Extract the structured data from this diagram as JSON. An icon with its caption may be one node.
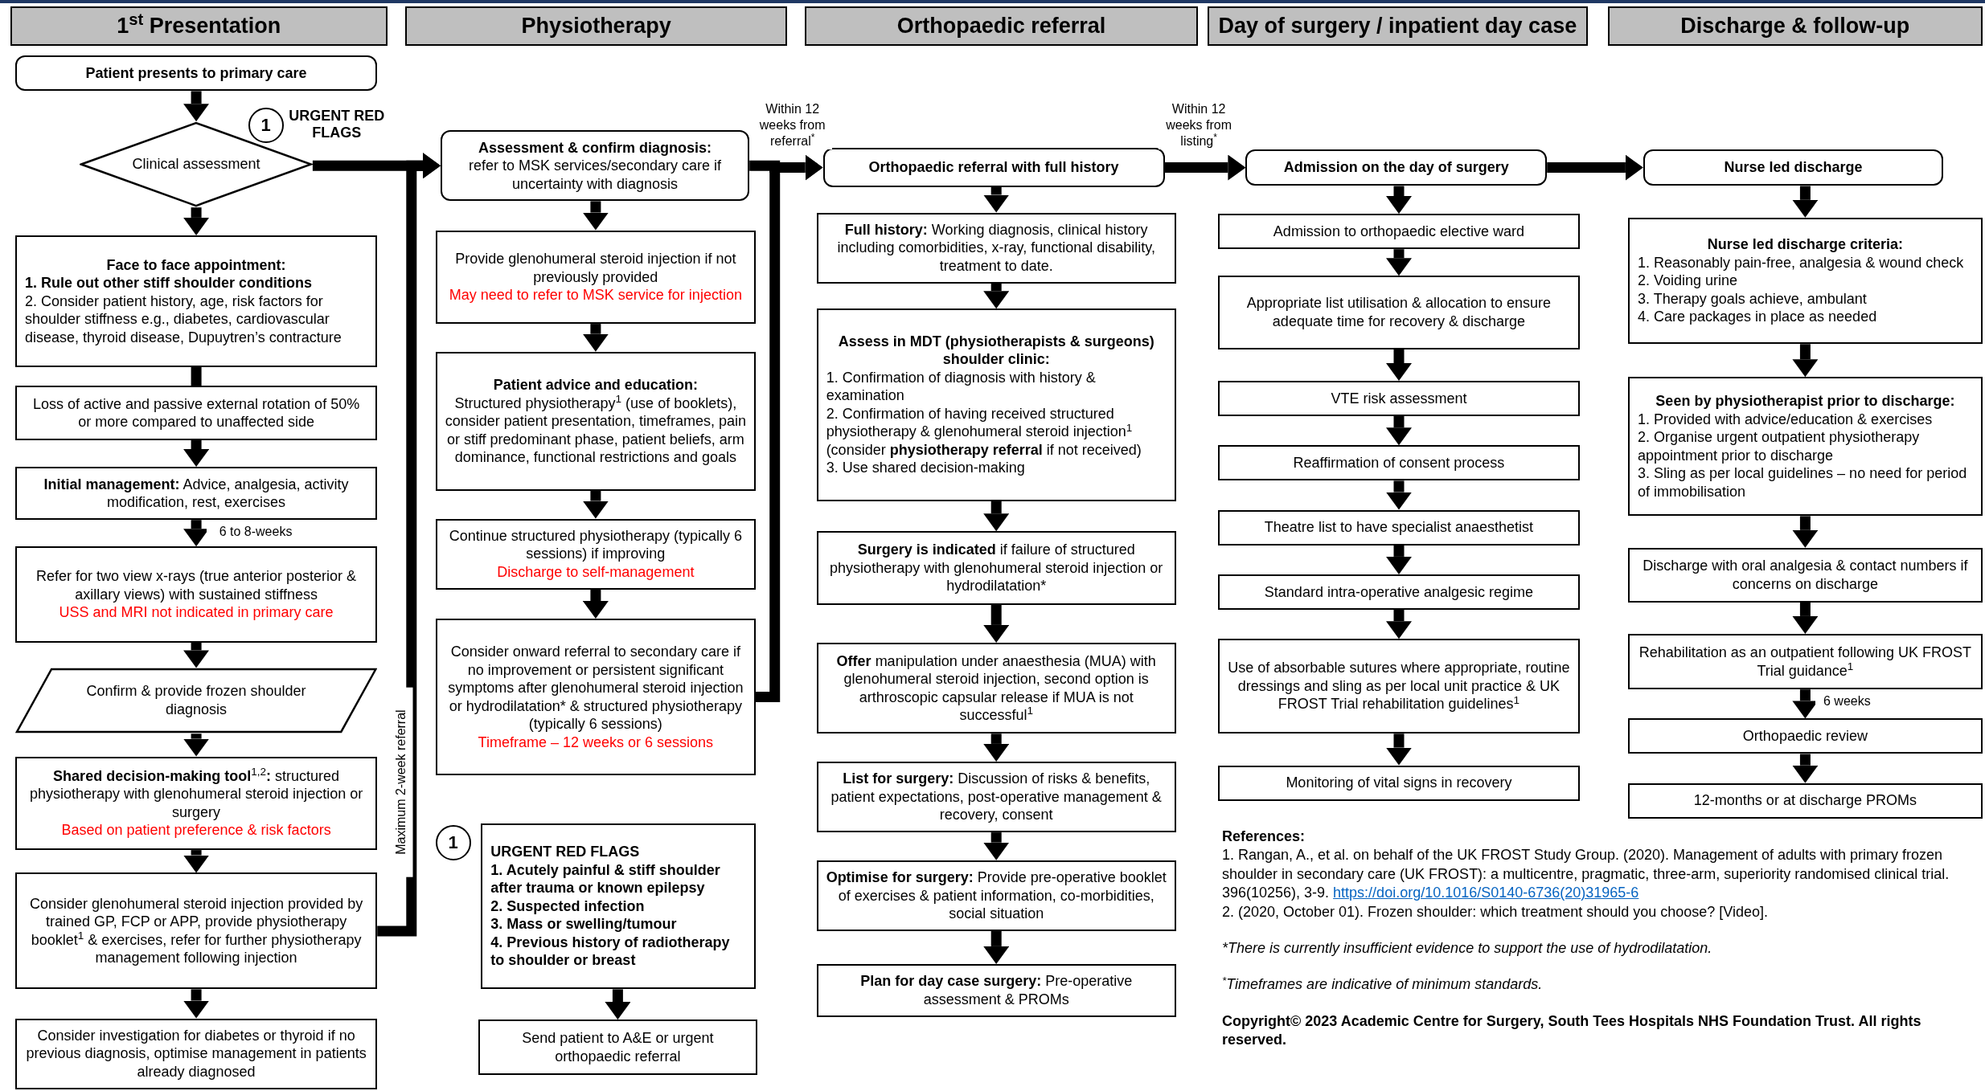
{
  "diagram": {
    "nodes": [
      {
        "text": [
          "1$^{st}$ Presentation"
        ]
      },
      {
        "text": [
          "Physiotherapy"
        ]
      },
      {
        "text": [
          "Orthopaedic referral"
        ]
      },
      {
        "text": [
          "Day of surgery / inpatient day case"
        ]
      },
      {
        "text": [
          "Discharge & follow-up"
        ]
      },
      {
        "text": [
          "Patient presents to primary care"
        ]
      },
      {
        "text": [
          "Clinical assessment"
        ]
      },
      {
        "text": [
          "1"
        ],
        "beside": [
          "URGENT RED FLAGS"
        ]
      },
      {
        "text": [
          "Face to face appointment:",
          "1. Rule out other stiff shoulder conditions",
          "2. Consider patient history, age, risk factors for shoulder stiffness e.g., diabetes, cardiovascular disease, thyroid disease, Dupuytren’s contracture"
        ]
      },
      {
        "text": [
          "Loss of active and passive external rotation of 50% or more compared to unaffected side"
        ]
      },
      {
        "text": [
          "**Initial management:** Advice, analgesia, activity modification, rest, exercises"
        ]
      },
      {
        "text": [
          "Refer for two view x-rays (true anterior posterior & axillary views) with sustained stiffness",
          "USS and MRI not indicated in primary care"
        ]
      },
      {
        "text": [
          "Confirm & provide frozen shoulder diagnosis"
        ]
      },
      {
        "text": [
          "**Shared decision-making tool**$^{1,2}$**:** structured physiotherapy with glenohumeral steroid injection or surgery",
          "Based on patient preference & risk factors"
        ]
      },
      {
        "text": [
          "Consider glenohumeral steroid injection provided by trained GP, FCP or APP, provide physiotherapy booklet$^{1}$ & exercises, refer for further physiotherapy management following injection"
        ]
      },
      {
        "text": [
          "Consider investigation for diabetes or thyroid if no previous diagnosis, optimise management in patients already diagnosed"
        ]
      },
      {
        "text": [
          "Assessment & confirm diagnosis:",
          "refer to MSK services/secondary care if uncertainty with diagnosis"
        ]
      },
      {
        "text": [
          "Provide glenohumeral steroid injection if not previously provided",
          "May need to refer to MSK service for injection"
        ]
      },
      {
        "text": [
          "Patient advice and education:",
          "Structured physiotherapy$^{1}$ (use of booklets), consider patient presentation, timeframes, pain or stiff predominant phase, patient beliefs, arm dominance, functional restrictions and goals"
        ]
      },
      {
        "text": [
          "Continue structured physiotherapy (typically 6 sessions) if improving",
          "Discharge to self-management"
        ]
      },
      {
        "text": [
          "Consider onward referral to secondary care if no improvement or persistent significant symptoms after glenohumeral steroid injection or hydrodilatation* & structured physiotherapy (typically 6 sessions)",
          "Timeframe – 12 weeks or 6 sessions"
        ]
      },
      {
        "text": [
          "1"
        ]
      },
      {
        "text": [
          "URGENT RED FLAGS",
          "1. Acutely painful & stiff shoulder after trauma or known epilepsy",
          "2. Suspected infection",
          "3. Mass or swelling/tumour",
          "4. Previous history of radiotherapy to shoulder or breast"
        ]
      },
      {
        "text": [
          "Send patient to A&E or urgent orthopaedic referral"
        ]
      },
      {
        "text": [
          "Orthopaedic referral with full history"
        ]
      },
      {
        "text": [
          "**Full history:** Working diagnosis, clinical history including comorbidities, x-ray, functional disability, treatment to date."
        ]
      },
      {
        "text": [
          "Assess in MDT (physiotherapists & surgeons) shoulder clinic:",
          "1. Confirmation of diagnosis with history & examination",
          "2. Confirmation of having received structured physiotherapy & glenohumeral steroid injection$^{1}$ (consider **physiotherapy referral** if not received)",
          "3. Use shared decision-making"
        ]
      },
      {
        "text": [
          "**Surgery is indicated** if failure of structured physiotherapy with glenohumeral steroid injection or hydrodilatation*"
        ]
      },
      {
        "text": [
          "**Offer** manipulation under anaesthesia (MUA) with glenohumeral steroid injection, second option is arthroscopic capsular release if MUA is not successful$^{1}$"
        ]
      },
      {
        "text": [
          "**List for surgery:** Discussion of risks & benefits, patient expectations, post-operative management & recovery, consent"
        ]
      },
      {
        "text": [
          "**Optimise for surgery:** Provide pre-operative booklet of exercises & patient information, co-morbidities, social situation"
        ]
      },
      {
        "text": [
          "**Plan for day case surgery:** Pre-operative assessment & PROMs"
        ]
      },
      {
        "text": [
          "Admission on the day of surgery"
        ]
      },
      {
        "text": [
          "Admission to orthopaedic elective ward"
        ]
      },
      {
        "text": [
          "Appropriate list utilisation & allocation to ensure adequate time for recovery & discharge"
        ]
      },
      {
        "text": [
          "VTE risk assessment"
        ]
      },
      {
        "text": [
          "Reaffirmation of consent process"
        ]
      },
      {
        "text": [
          "Theatre list to have specialist anaesthetist"
        ]
      },
      {
        "text": [
          "Standard intra-operative analgesic regime"
        ]
      },
      {
        "text": [
          "Use of absorbable sutures where appropriate, routine dressings and sling as per local unit practice & UK FROST Trial rehabilitation guidelines$^{1}$"
        ]
      },
      {
        "text": [
          "Monitoring of vital signs in recovery"
        ]
      },
      {
        "text": [
          "Nurse led discharge"
        ]
      },
      {
        "text": [
          "Nurse led discharge criteria:",
          "1. Reasonably pain-free, analgesia & wound check",
          "2. Voiding urine",
          "3. Therapy goals achieve, ambulant",
          "4. Care packages in place as needed"
        ]
      },
      {
        "text": [
          "Seen by physiotherapist prior to discharge:",
          "1. Provided with advice/education & exercises",
          "2. Organise urgent outpatient physiotherapy appointment prior to discharge",
          "3. Sling as per local guidelines – no need for period of immobilisation"
        ]
      },
      {
        "text": [
          "Discharge with oral analgesia & contact numbers if concerns on discharge"
        ]
      },
      {
        "text": [
          "Rehabilitation as an outpatient following UK FROST Trial guidance$^{1}$"
        ]
      },
      {
        "text": [
          "Orthopaedic review"
        ]
      },
      {
        "text": [
          "12-months or at discharge PROMs"
        ]
      }
    ],
    "edges": [
      {
        "from": 5,
        "to": 6,
        "arrow": "to"
      },
      {
        "from": 6,
        "to": 8,
        "arrow": "to"
      },
      {
        "from": 8,
        "to": 9,
        "arrow": "none"
      },
      {
        "from": 9,
        "to": 10,
        "arrow": "to"
      },
      {
        "from": 10,
        "to": 11,
        "arrow": "to",
        "label": "6 to 8-weeks"
      },
      {
        "from": 11,
        "to": 12,
        "arrow": "to"
      },
      {
        "from": 12,
        "to": 13,
        "arrow": "to"
      },
      {
        "from": 13,
        "to": 14,
        "arrow": "to"
      },
      {
        "from": 14,
        "to": 15,
        "arrow": "to"
      },
      {
        "from": 6,
        "to": 16,
        "arrow": "to"
      },
      {
        "from": 14,
        "to": 16,
        "arrow": "to",
        "label": "Maximum 2-week referral"
      },
      {
        "from": 16,
        "to": 17,
        "arrow": "to"
      },
      {
        "from": 17,
        "to": 18,
        "arrow": "to"
      },
      {
        "from": 18,
        "to": 19,
        "arrow": "to"
      },
      {
        "from": 19,
        "to": 20,
        "arrow": "to"
      },
      {
        "from": 16,
        "to": 24,
        "arrow": "to"
      },
      {
        "from": 20,
        "to": 24,
        "arrow": "to",
        "label": "Within 12 weeks from referral$^{*}$"
      },
      {
        "from": 22,
        "to": 23,
        "arrow": "to"
      },
      {
        "from": 24,
        "to": 25,
        "arrow": "to"
      },
      {
        "from": 25,
        "to": 26,
        "arrow": "to"
      },
      {
        "from": 26,
        "to": 27,
        "arrow": "to"
      },
      {
        "from": 27,
        "to": 28,
        "arrow": "to"
      },
      {
        "from": 28,
        "to": 29,
        "arrow": "to"
      },
      {
        "from": 29,
        "to": 30,
        "arrow": "to"
      },
      {
        "from": 30,
        "to": 31,
        "arrow": "to"
      },
      {
        "from": 24,
        "to": 32,
        "arrow": "to",
        "label": "Within 12 weeks from listing$^{*}$"
      },
      {
        "from": 32,
        "to": 33,
        "arrow": "to"
      },
      {
        "from": 33,
        "to": 34,
        "arrow": "to"
      },
      {
        "from": 34,
        "to": 35,
        "arrow": "to"
      },
      {
        "from": 35,
        "to": 36,
        "arrow": "to"
      },
      {
        "from": 36,
        "to": 37,
        "arrow": "to"
      },
      {
        "from": 37,
        "to": 38,
        "arrow": "to"
      },
      {
        "from": 38,
        "to": 39,
        "arrow": "to"
      },
      {
        "from": 39,
        "to": 40,
        "arrow": "to"
      },
      {
        "from": 32,
        "to": 41,
        "arrow": "to"
      },
      {
        "from": 41,
        "to": 42,
        "arrow": "to"
      },
      {
        "from": 42,
        "to": 43,
        "arrow": "to"
      },
      {
        "from": 43,
        "to": 44,
        "arrow": "to"
      },
      {
        "from": 44,
        "to": 45,
        "arrow": "to"
      },
      {
        "from": 45,
        "to": 46,
        "arrow": "to",
        "label": "6 weeks"
      },
      {
        "from": 46,
        "to": 47,
        "arrow": "to"
      }
    ],
    "labels": [
      "References:",
      "1. Rangan, A., et al. on behalf of the UK FROST Study Group. (2020). Management of adults with primary frozen shoulder in secondary care (UK FROST): a multicentre, pragmatic, three-arm, superiority randomised clinical trial. 396(10256), 3-9.",
      "https://doi.org/10.1016/S0140-6736(20)31965-6",
      "2. (2020, October 01). Frozen shoulder: which treatment should you choose? [Video].",
      "*There is currently insufficient evidence to support the use of hydrodilatation.",
      "$^{*}$Timeframes are indicative of minimum standards.",
      "Copyright© 2023 Academic Centre for Surgery, South Tees Hospitals NHS Foundation Trust. All rights reserved."
    ]
  }
}
